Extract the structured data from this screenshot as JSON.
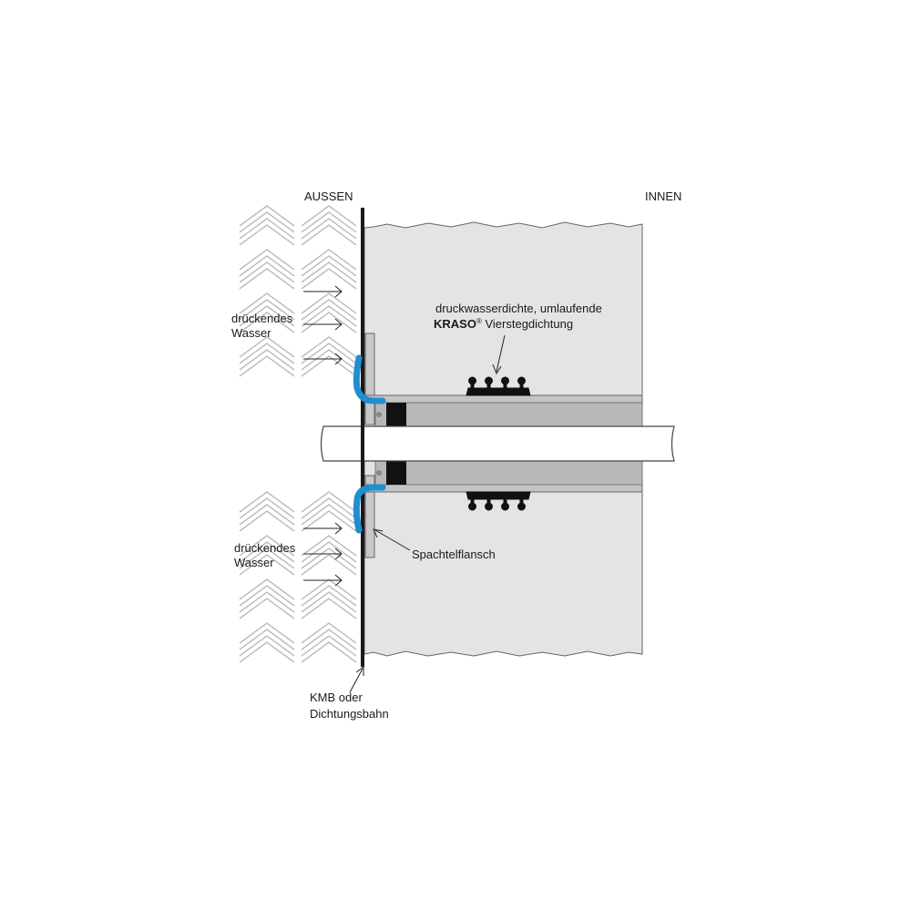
{
  "labels": {
    "outside": "AUSSEN",
    "inside": "INNEN",
    "water_top_line1": "drückendes",
    "water_top_line2": "Wasser",
    "water_bottom_line1": "drückendes",
    "water_bottom_line2": "Wasser",
    "seal_line1": "druckwasserdichte, umlaufende",
    "seal_brand": "KRASO",
    "seal_registered": "®",
    "seal_rest": " Vierstegdichtung",
    "flange": "Spachtelflansch",
    "membrane_line1": "KMB oder",
    "membrane_line2": "Dichtungsbahn"
  },
  "colors": {
    "wall": "#e4e4e4",
    "pipe_fill": "#ffffff",
    "sleeve": "#bdbdbd",
    "sealant": "#1e8fd0",
    "membrane": "#1a1a1a",
    "soil_lines": "#bcbcbc",
    "outline": "#555555"
  }
}
